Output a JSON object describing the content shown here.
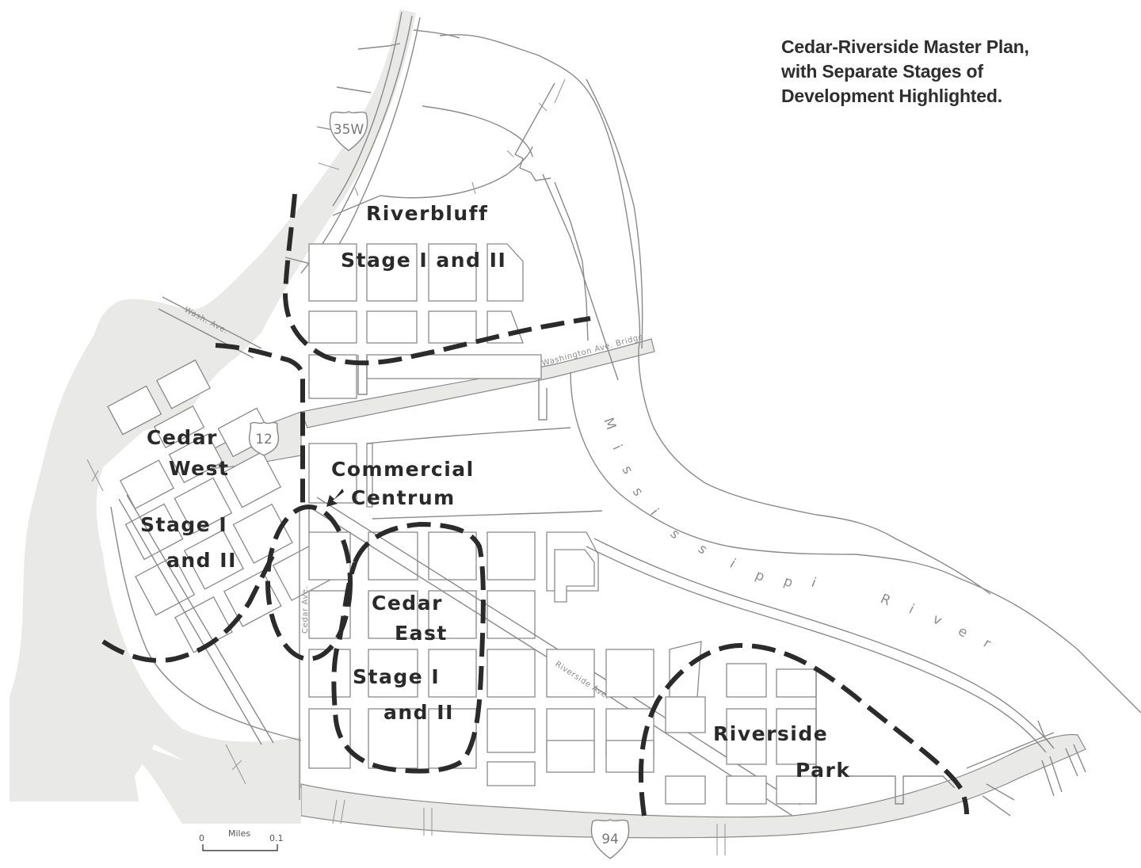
{
  "title": {
    "line1": "Cedar-Riverside Master Plan,",
    "line2": "with Separate Stages of",
    "line3": "Development Highlighted."
  },
  "zones": [
    {
      "id": "riverbluff",
      "name": "Riverbluff",
      "stage": "Stage I and II"
    },
    {
      "id": "cedar-west",
      "name_line1": "Cedar",
      "name_line2": "West",
      "stage_line1": "Stage I",
      "stage_line2": "and II"
    },
    {
      "id": "commercial-centrum",
      "name_line1": "Commercial",
      "name_line2": "Centrum"
    },
    {
      "id": "cedar-east",
      "name_line1": "Cedar",
      "name_line2": "East",
      "stage_line1": "Stage I",
      "stage_line2": "and II"
    },
    {
      "id": "riverside-park",
      "name_line1": "Riverside",
      "name_line2": "Park"
    }
  ],
  "streets": {
    "wash_ave": "Wash. Ave.",
    "washington_bridge": "Washington Ave. Bridge",
    "cedar_ave": "Cedar Ave.",
    "riverside_ave": "Riverside Ave."
  },
  "river": {
    "letters": [
      "M",
      "i",
      "s",
      "s",
      "i",
      "s",
      "s",
      "i",
      "p",
      "p",
      "i",
      " ",
      "R",
      "i",
      "v",
      "e",
      "r"
    ],
    "name": "Mississippi River"
  },
  "highways": {
    "i35w": "35W",
    "us12": "12",
    "i94": "94"
  },
  "scale": {
    "start": "0",
    "unit": "Miles",
    "end": "0.1"
  },
  "colors": {
    "boundary": "#2b2b2b",
    "highway_fill": "#e9eae8",
    "road_line": "#8a8a8a",
    "title_text": "#2e2e2e"
  }
}
